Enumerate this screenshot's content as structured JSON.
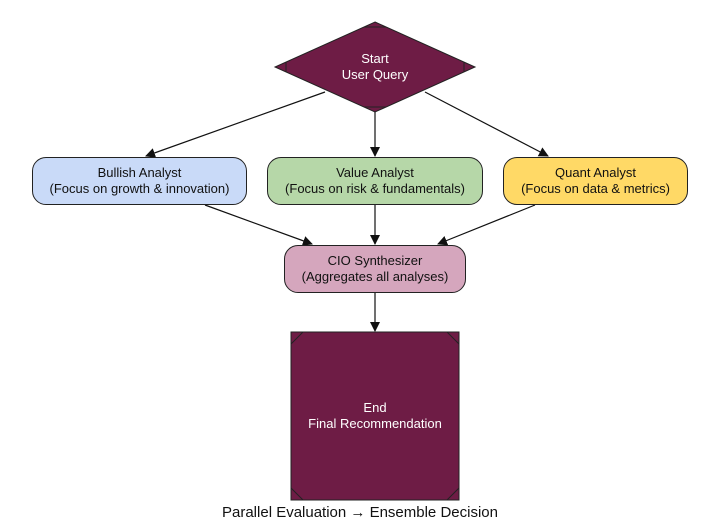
{
  "nodes": {
    "start": {
      "line1": "Start",
      "line2": "User Query",
      "color": "#6e1c45"
    },
    "bullish": {
      "line1": "Bullish Analyst",
      "line2": "(Focus on growth & innovation)",
      "color": "#c9daf8"
    },
    "value": {
      "line1": "Value Analyst",
      "line2": "(Focus on risk & fundamentals)",
      "color": "#b6d7a8"
    },
    "quant": {
      "line1": "Quant Analyst",
      "line2": "(Focus on data & metrics)",
      "color": "#ffd966"
    },
    "cio": {
      "line1": "CIO Synthesizer",
      "line2": "(Aggregates all analyses)",
      "color": "#d5a6bd"
    },
    "end": {
      "line1": "End",
      "line2": "Final Recommendation",
      "color": "#6e1c45"
    }
  },
  "edges": [
    [
      "start",
      "bullish"
    ],
    [
      "start",
      "value"
    ],
    [
      "start",
      "quant"
    ],
    [
      "bullish",
      "cio"
    ],
    [
      "value",
      "cio"
    ],
    [
      "quant",
      "cio"
    ],
    [
      "cio",
      "end"
    ]
  ],
  "caption": "Parallel Evaluation → Ensemble Decision"
}
